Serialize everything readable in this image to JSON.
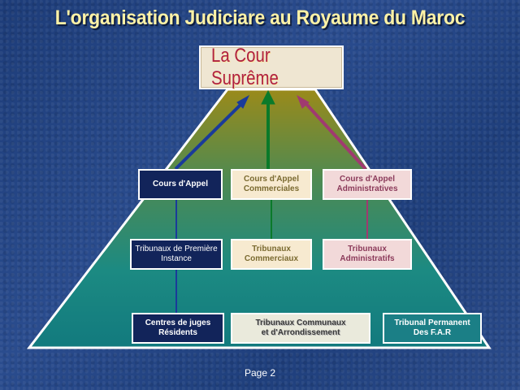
{
  "title": "L'organisation Judiciare au Royaume du Maroc",
  "top": {
    "label": "La Cour Suprême"
  },
  "row1": [
    {
      "label": "Cours d'Appel"
    },
    {
      "label": "Cours d'Appel\nCommerciales"
    },
    {
      "label": "Cours d'Appel\nAdministratives"
    }
  ],
  "row2": [
    {
      "label": "Tribunaux de Première\nInstance"
    },
    {
      "label": "Tribunaux\nCommerciaux"
    },
    {
      "label": "Tribunaux\nAdministratifs"
    }
  ],
  "row3": [
    {
      "label": "Centres de juges\nRésidents"
    },
    {
      "label": "Tribunaux Communaux\net d'Arrondissement"
    },
    {
      "label": "Tribunal Permanent\nDes F.A.R"
    }
  ],
  "footer": {
    "page": "Page 2"
  },
  "colors": {
    "title": "#fff2a6",
    "arrow_left": "#1a3a9a",
    "arrow_center": "#0a7a2a",
    "arrow_right": "#a03a70",
    "pyramid_top": "#a89a2a",
    "pyramid_bottom": "#1a8a8a"
  }
}
